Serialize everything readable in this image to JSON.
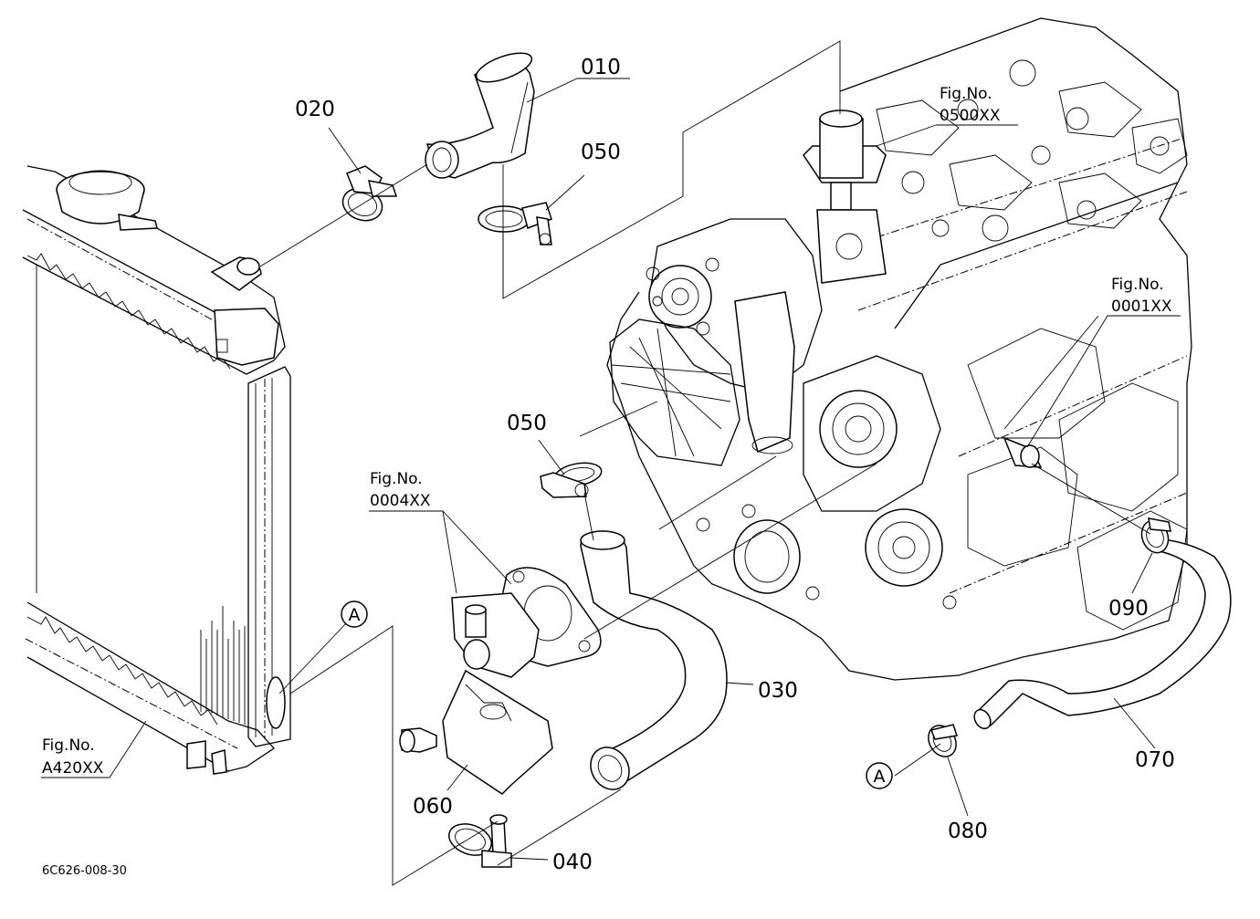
{
  "parts": {
    "p010": "010",
    "p020": "020",
    "p030": "030",
    "p040": "040",
    "p050_upper": "050",
    "p050_lower": "050",
    "p060": "060",
    "p070": "070",
    "p080": "080",
    "p090": "090"
  },
  "figure_refs": {
    "engine_head": {
      "label": "Fig.No.",
      "number": "0500XX"
    },
    "engine_block": {
      "label": "Fig.No.",
      "number": "0001XX"
    },
    "gasket_flange": {
      "label": "Fig.No.",
      "number": "0004XX"
    },
    "radiator": {
      "label": "Fig.No.",
      "number": "A420XX"
    }
  },
  "callouts": {
    "upper": "A",
    "lower": "A"
  },
  "drawing_number": "6C626-008-30"
}
